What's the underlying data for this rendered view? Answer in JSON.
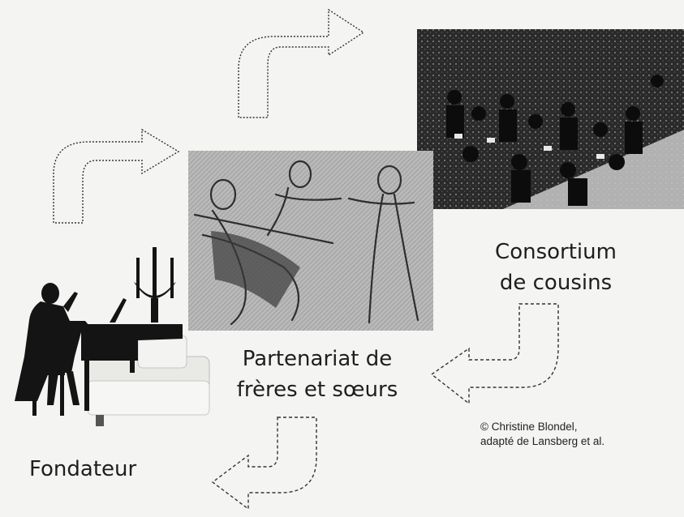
{
  "stages": {
    "founder": {
      "label": "Fondateur"
    },
    "sibling_partnership": {
      "label_line1": "Partenariat de",
      "label_line2": "frères et sœurs"
    },
    "cousin_consortium": {
      "label_line1": "Consortium",
      "label_line2": "de cousins"
    }
  },
  "credit": {
    "line1": "© Christine Blondel,",
    "line2": "adapté de Lansberg et al."
  },
  "colors": {
    "background": "#f4f4f2",
    "text": "#1e1e1e",
    "silhouette": "#141414",
    "arrow_stroke": "#333333"
  }
}
